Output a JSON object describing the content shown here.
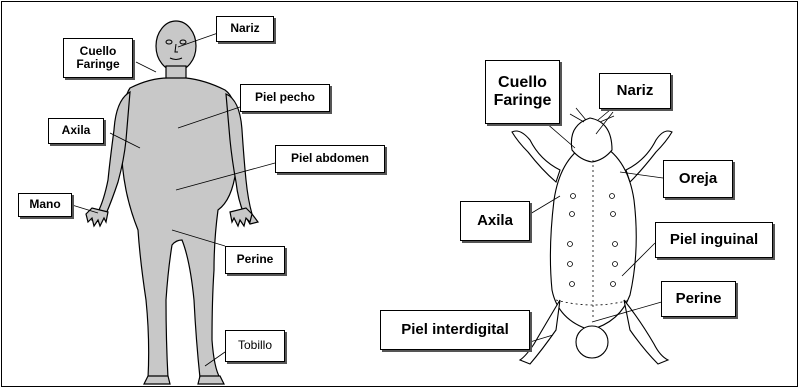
{
  "human": {
    "labels": {
      "nariz": "Nariz",
      "cuello": "Cuello\nFaringe",
      "piel_pecho": "Piel pecho",
      "axila": "Axila",
      "piel_abdomen": "Piel abdomen",
      "mano": "Mano",
      "perine": "Perine",
      "tobillo": "Tobillo"
    }
  },
  "mouse": {
    "labels": {
      "cuello": "Cuello\nFaringe",
      "nariz": "Nariz",
      "oreja": "Oreja",
      "axila": "Axila",
      "piel_inguinal": "Piel inguinal",
      "perine": "Perine",
      "piel_interdigital": "Piel interdigital"
    }
  },
  "colors": {
    "body_fill": "#c8c8c8",
    "outline": "#000000"
  }
}
